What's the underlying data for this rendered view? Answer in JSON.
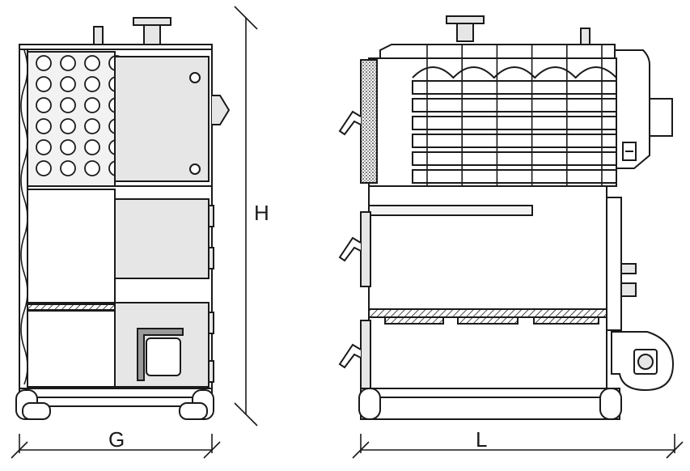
{
  "diagram": {
    "dimensions": {
      "height_label": "H",
      "width_label": "G",
      "length_label": "L"
    },
    "colors": {
      "stroke": "#1a1a1a",
      "body_fill": "#e6e6e6",
      "panel_fill": "#dcdcdc",
      "light_fill": "#f2f2f2",
      "dark_fill": "#9a9a9a",
      "background": "#ffffff"
    },
    "front_view": {
      "tube_rows": 6,
      "tube_cols": 4
    },
    "side_view": {
      "fin_rows": 6,
      "fin_waves": 5
    }
  }
}
